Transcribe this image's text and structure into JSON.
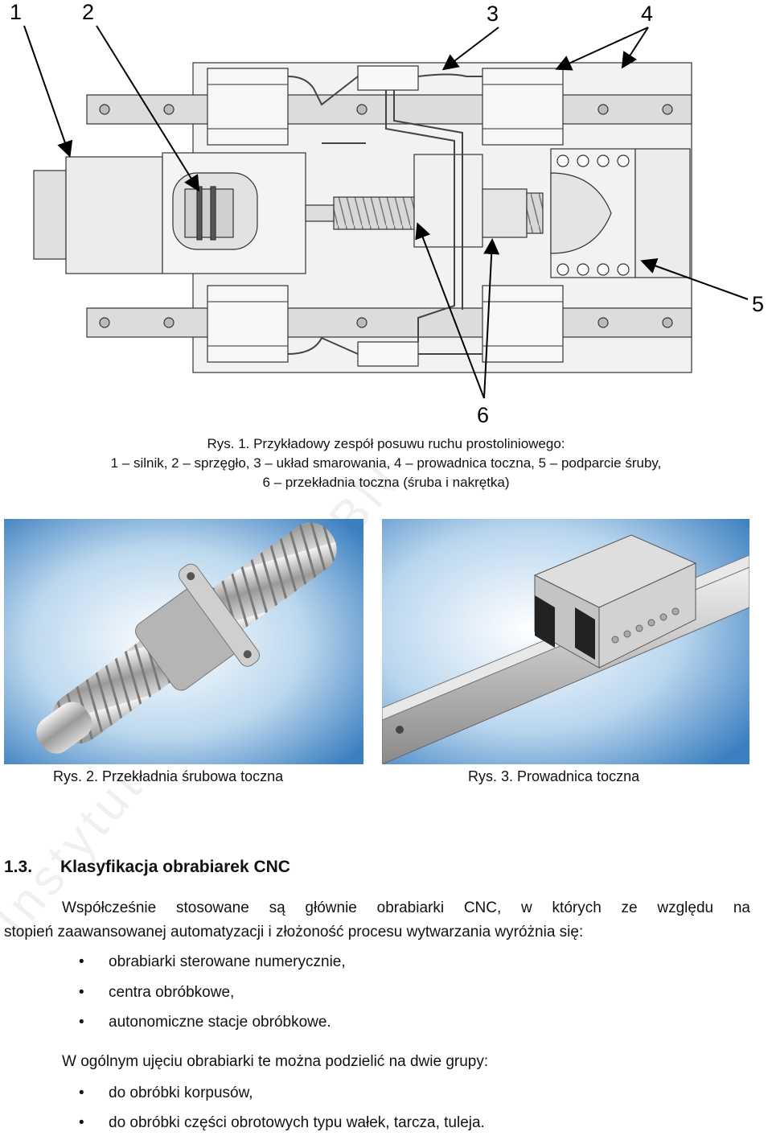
{
  "figure1": {
    "callouts": [
      "1",
      "2",
      "3",
      "4",
      "5",
      "6"
    ],
    "caption_line1": "Rys. 1. Przykładowy zespół posuwu ruchu prostoliniowego:",
    "caption_line2": "1 – silnik, 2 – sprzęgło, 3 – układ smarowania, 4 – prowadnica toczna, 5 – podparcie śruby,",
    "caption_line3": "6 – przekładnia toczna (śruba i nakrętka)"
  },
  "figure2": {
    "caption": "Rys. 2. Przekładnia śrubowa toczna"
  },
  "figure3": {
    "caption": "Rys. 3. Prowadnica toczna"
  },
  "watermark": "Instytut Obróbki ... BN",
  "section": {
    "number": "1.3.",
    "title": "Klasyfikacja obrabiarek CNC",
    "paragraph1_line1": "Współcześnie stosowane są głównie obrabiarki CNC, w których ze względu na",
    "paragraph1_line2": "stopień zaawansowanej automatyzacji i złożoność procesu wytwarzania wyróżnia się:",
    "list1": [
      "obrabiarki sterowane numerycznie,",
      "centra obróbkowe,",
      "autonomiczne stacje obróbkowe."
    ],
    "paragraph2": "W ogólnym ujęciu obrabiarki te można podzielić na dwie grupy:",
    "list2": [
      "do obróbki korpusów,",
      "do obróbki części obrotowych typu wałek, tarcza, tuleja."
    ],
    "bullet": "•"
  }
}
